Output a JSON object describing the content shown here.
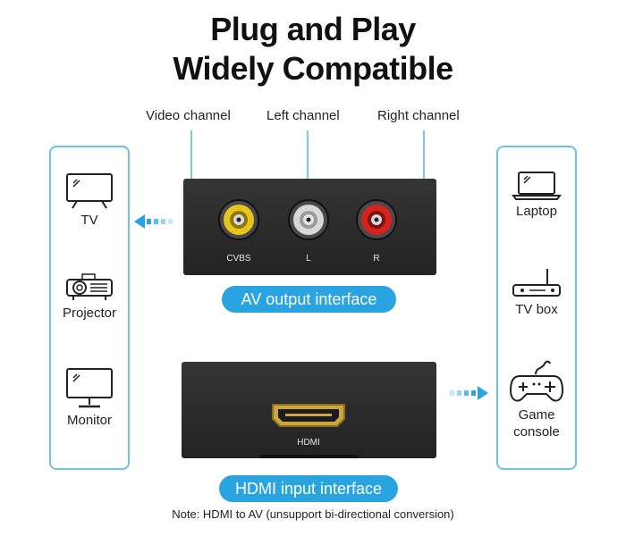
{
  "title": {
    "line1": "Plug and Play",
    "line2": "Widely Compatible"
  },
  "channels": {
    "video": "Video channel",
    "left": "Left channel",
    "right": "Right channel"
  },
  "ports": {
    "cvbs": "CVBS",
    "l": "L",
    "r": "R",
    "hdmi": "HDMI"
  },
  "interfaces": {
    "av_output": "AV output interface",
    "hdmi_input": "HDMI input interface"
  },
  "output_devices": [
    {
      "label": "TV",
      "icon": "tv-icon"
    },
    {
      "label": "Projector",
      "icon": "projector-icon"
    },
    {
      "label": "Monitor",
      "icon": "monitor-icon"
    }
  ],
  "input_devices": [
    {
      "label": "Laptop",
      "icon": "laptop-icon"
    },
    {
      "label": "TV box",
      "icon": "tv-box-icon"
    },
    {
      "label": "Game console",
      "icon": "gamepad-icon"
    }
  ],
  "note": "Note:  HDMI to AV (unsupport bi-directional conversion)",
  "colors": {
    "accent": "#29a4e0",
    "panel_border": "#6ec1e8",
    "port_yellow": "#e6c619",
    "port_white": "#d8d8d8",
    "port_red": "#d8231c",
    "device_body": "#2b2b2b"
  }
}
